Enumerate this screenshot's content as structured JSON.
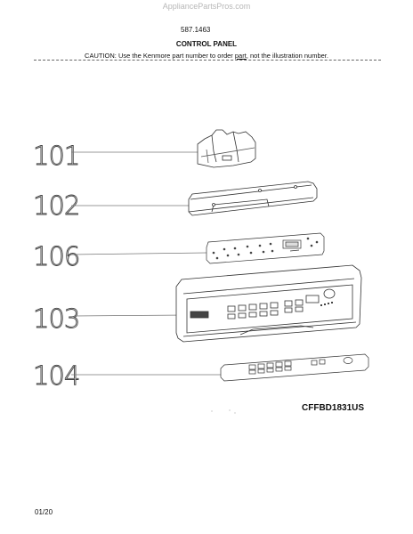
{
  "header": {
    "watermark": "AppliancePartsPros.com",
    "document_number": "587.1463",
    "title": "CONTROL PANEL",
    "caution_prefix": "CAUTION: Use the Kenmore part number to order ",
    "caution_link": "part",
    "caution_suffix": ", not the illustration number."
  },
  "callouts": [
    "101",
    "102",
    "106",
    "103",
    "104"
  ],
  "model": "CFFBD1831US",
  "footer": {
    "date": "01/20"
  }
}
